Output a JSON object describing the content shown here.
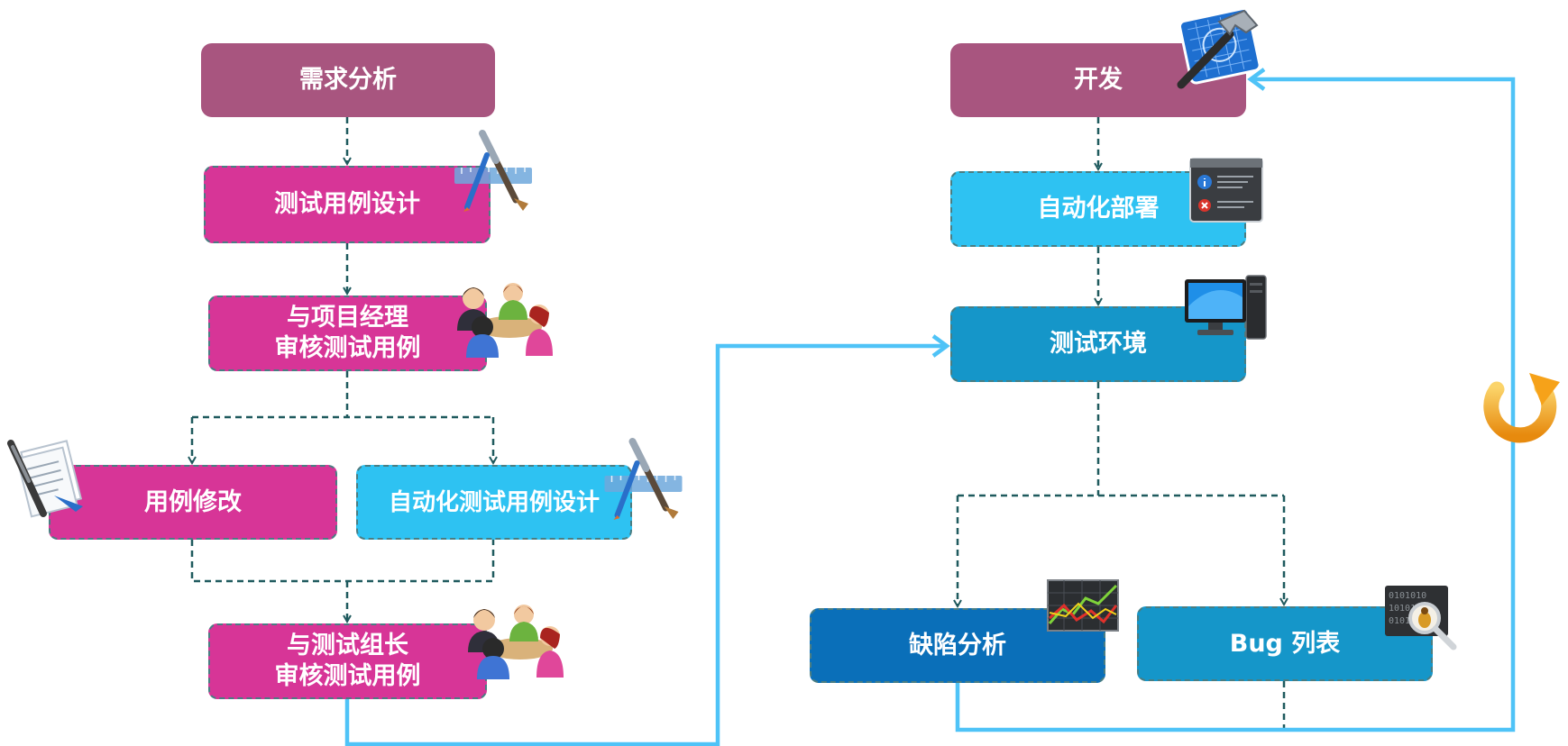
{
  "nodes": {
    "requirements": "需求分析",
    "case_design": "测试用例设计",
    "pm_review": "与项目经理\n审核测试用例",
    "case_modify": "用例修改",
    "auto_case_design": "自动化测试用例设计",
    "lead_review": "与测试组长\n审核测试用例",
    "development": "开发",
    "auto_deploy": "自动化部署",
    "test_env": "测试环境",
    "defect_analysis": "缺陷分析",
    "bug_list": "Bug 列表"
  },
  "colors": {
    "mauve": "#a8557f",
    "magenta": "#d73597",
    "cyan": "#2ec2f2",
    "teal": "#1596c9",
    "blue": "#0a6fb9",
    "dashed_connector": "#1f5a5e",
    "flow_line": "#4fc3f7",
    "loop_icon": "#f6a219"
  },
  "icons": [
    "paintbrush-ruler-icon",
    "meeting-people-icon",
    "document-pen-icon",
    "xcode-hammer-icon",
    "alert-dialog-icon",
    "desktop-computer-icon",
    "stock-chart-icon",
    "bug-magnifier-icon",
    "refresh-loop-icon"
  ]
}
